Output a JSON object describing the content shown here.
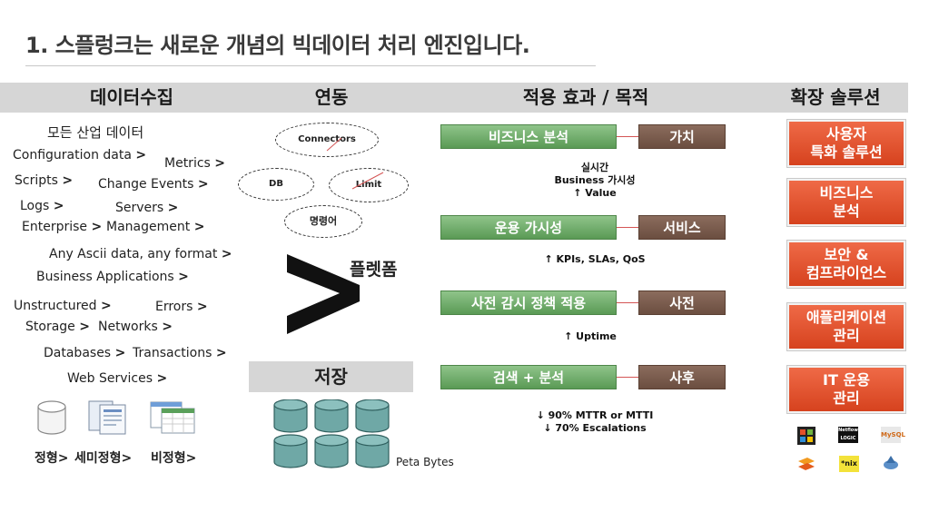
{
  "title": "1. 스플렁크는 새로운 개념의 빅데이터 처리 엔진입니다.",
  "headers": {
    "data_collection": "데이터수집",
    "integration": "연동",
    "effects": "적용 효과 / 목적",
    "extensions": "확장 솔루션"
  },
  "sources": {
    "all_industry": "모든 산업 데이터",
    "items": [
      {
        "text": "Configuration data",
        "arrow": ">"
      },
      {
        "text": "Metrics",
        "arrow": ">"
      },
      {
        "text": "Scripts",
        "arrow": ">"
      },
      {
        "text": "Change Events",
        "arrow": ">"
      },
      {
        "text": "Logs",
        "arrow": ">"
      },
      {
        "text": "Servers",
        "arrow": ">"
      },
      {
        "text": "Enterprise",
        "arrow": ">"
      },
      {
        "text": "Management",
        "arrow": ">"
      },
      {
        "text": "Any Ascii data, any format",
        "arrow": ">"
      },
      {
        "text": "Business Applications",
        "arrow": ">"
      },
      {
        "text": "Unstructured",
        "arrow": ">"
      },
      {
        "text": "Errors",
        "arrow": ">"
      },
      {
        "text": "Storage",
        "arrow": ">"
      },
      {
        "text": "Networks",
        "arrow": ">"
      },
      {
        "text": "Databases",
        "arrow": ">"
      },
      {
        "text": "Transactions",
        "arrow": ">"
      },
      {
        "text": "Web Services",
        "arrow": ">"
      }
    ],
    "types": [
      "정형>",
      "세미정형>",
      "비정형>"
    ]
  },
  "integration": {
    "ovals": [
      "Connectors",
      "DB",
      "Limit",
      "명령어"
    ],
    "platform": "플렛폼",
    "storage_label": "저장",
    "storage_size": "Peta Bytes"
  },
  "effects": {
    "rows": [
      {
        "action": "비즈니스 분석",
        "result": "가치"
      },
      {
        "action": "운용 가시성",
        "result": "서비스"
      },
      {
        "action": "사전 감시 정책 적용",
        "result": "사전"
      },
      {
        "action": "검색 + 분석",
        "result": "사후"
      }
    ],
    "note1": [
      "실시간",
      "Business 가시성",
      "↑ Value"
    ],
    "note2": "↑ KPIs, SLAs, QoS",
    "note3": "↑ Uptime",
    "note4": [
      "↓ 90% MTTR or MTTI",
      "↓ 70% Escalations"
    ]
  },
  "extensions": {
    "boxes": [
      [
        "사용자",
        "특화 솔루션"
      ],
      [
        "비즈니스",
        "분석"
      ],
      [
        "보안 &",
        "컴프라이언스"
      ],
      [
        "애플리케이션",
        "관리"
      ],
      [
        "IT 운용",
        "관리"
      ]
    ],
    "logos": [
      "windows-logo",
      "netfilter-logo",
      "mysql-logo",
      "layers-logo",
      "nix-logo",
      "tool-logo"
    ],
    "logo_texts": [
      "Netflow LOGIC",
      "MySQL",
      "*nix"
    ]
  },
  "colors": {
    "accent_green": "#6aaa64",
    "accent_brown": "#7a5b4c",
    "accent_red": "#e0522c",
    "header_gray": "#d6d6d6"
  }
}
